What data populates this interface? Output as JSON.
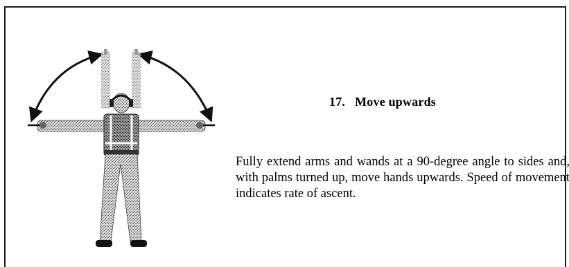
{
  "signal": {
    "number": "17.",
    "title": "Move upwards",
    "description": "Fully extend arms and wands at a 90-degree angle to sides and, with palms turned up, move hands upwards. Speed of movement indicates rate of ascent."
  },
  "figure": {
    "icon": "marshaller-move-upwards-figure",
    "arrow_icon": "curved-double-arrow-icon"
  }
}
